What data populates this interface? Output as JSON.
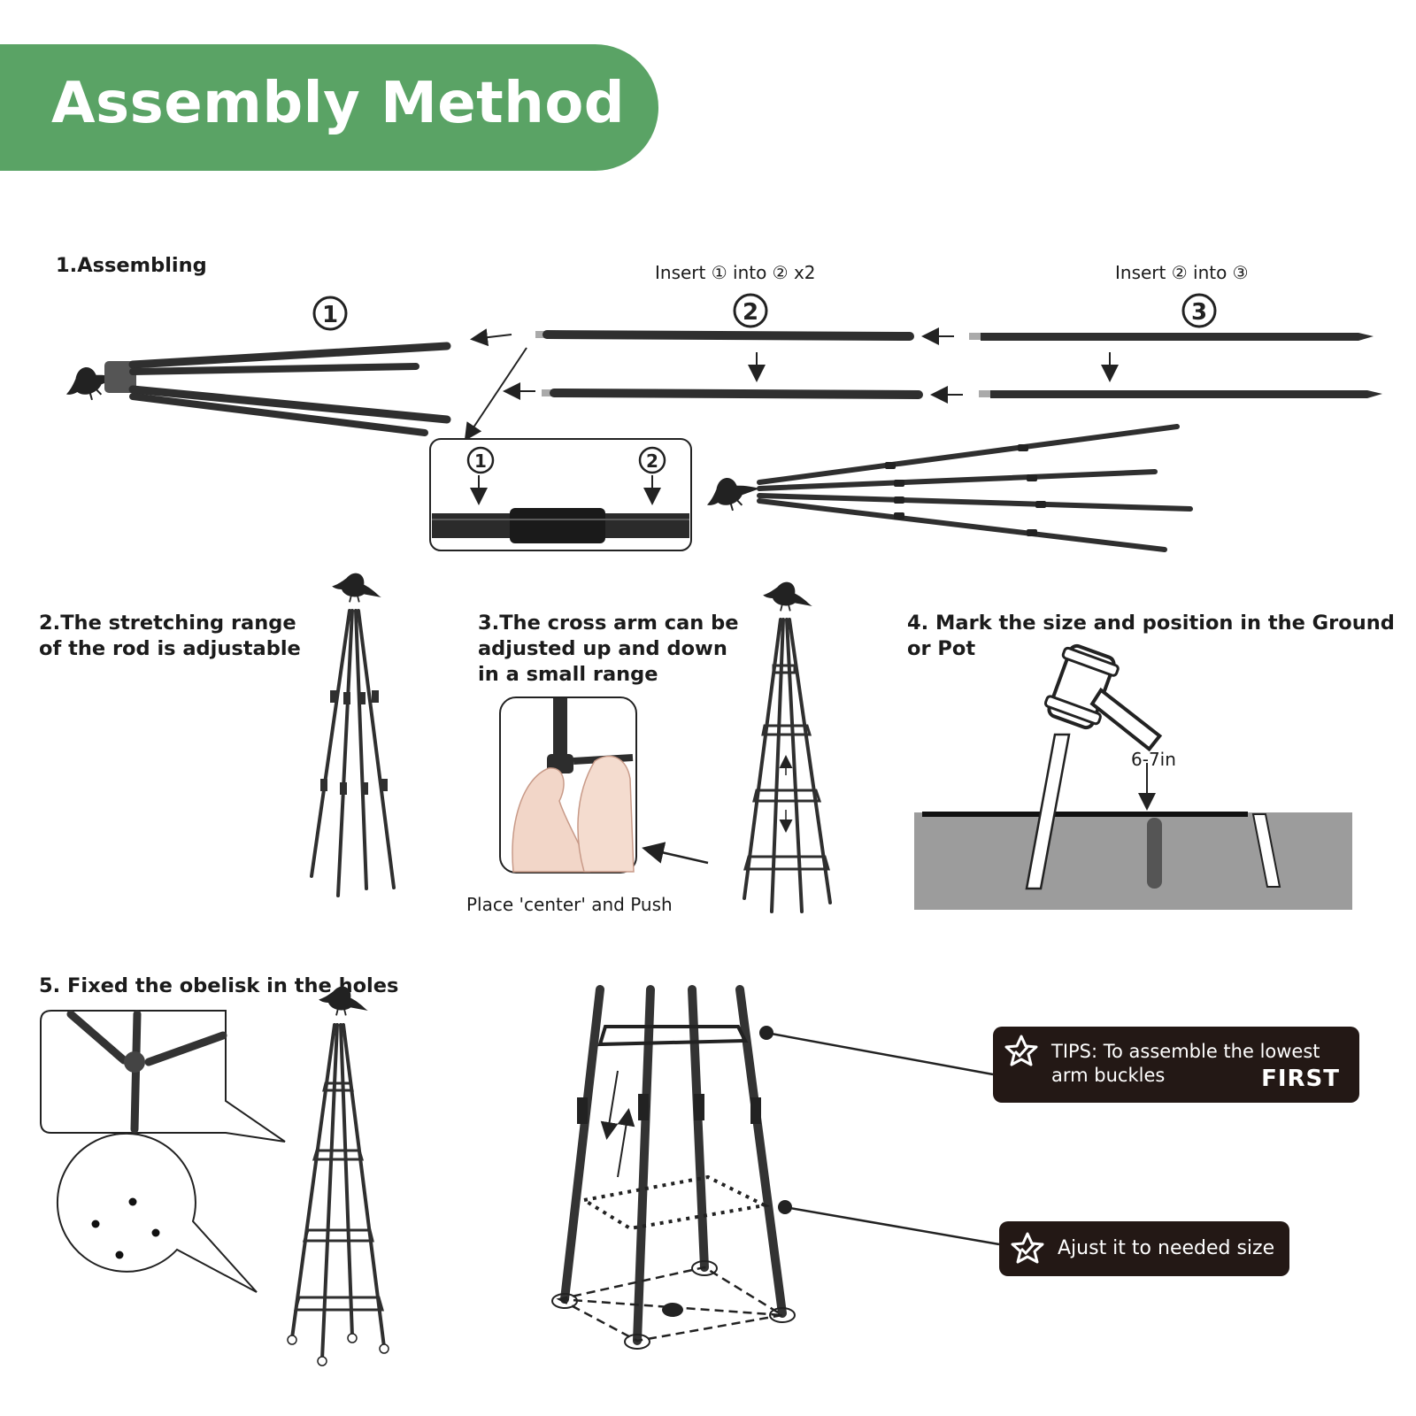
{
  "banner": {
    "title": "Assembly Method",
    "color": "#5aa365"
  },
  "steps": {
    "s1": {
      "title": "1.Assembling",
      "insert_a": "Insert ① into ② x2",
      "insert_b": "Insert ② into ③"
    },
    "s2": {
      "line1": "2.The stretching range",
      "line2": "of the rod is adjustable"
    },
    "s3": {
      "line1": "3.The cross arm can be",
      "line2": "adjusted up and down",
      "line3": "in a small range",
      "caption": "Place 'center' and Push"
    },
    "s4": {
      "line1": "4. Mark the size and position in the Ground",
      "line2": "or Pot",
      "measure": "6-7in"
    },
    "s5": {
      "title": "5. Fixed the obelisk in the holes"
    }
  },
  "markers": {
    "one": "1",
    "two": "2",
    "three": "3"
  },
  "tips": {
    "t1": {
      "line1": "TIPS: To assemble the lowest",
      "line2": "arm buckles",
      "emphasis": "FIRST",
      "icon": "star-check-icon"
    },
    "t2": {
      "text": "Ajust it to needed size",
      "icon": "star-check-icon"
    }
  },
  "colors": {
    "rod": "#2f2f2f",
    "ground": "#9c9c9c",
    "tip_bg": "#231815"
  }
}
